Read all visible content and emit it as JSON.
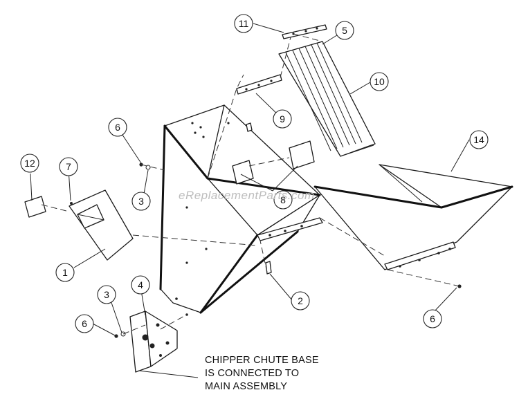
{
  "watermark": "eReplacementParts.com",
  "note": {
    "lines": [
      "CHIPPER CHUTE BASE",
      "IS CONNECTED TO",
      "MAIN ASSEMBLY"
    ]
  },
  "callouts": [
    {
      "id": "c11",
      "label": "11"
    },
    {
      "id": "c5",
      "label": "5"
    },
    {
      "id": "c10",
      "label": "10"
    },
    {
      "id": "c9",
      "label": "9"
    },
    {
      "id": "c6a",
      "label": "6"
    },
    {
      "id": "c14",
      "label": "14"
    },
    {
      "id": "c12",
      "label": "12"
    },
    {
      "id": "c7",
      "label": "7"
    },
    {
      "id": "c3a",
      "label": "3"
    },
    {
      "id": "c8",
      "label": "8"
    },
    {
      "id": "c1",
      "label": "1"
    },
    {
      "id": "c3b",
      "label": "3"
    },
    {
      "id": "c4",
      "label": "4"
    },
    {
      "id": "c2",
      "label": "2"
    },
    {
      "id": "c6b",
      "label": "6"
    },
    {
      "id": "c6c",
      "label": "6"
    }
  ]
}
